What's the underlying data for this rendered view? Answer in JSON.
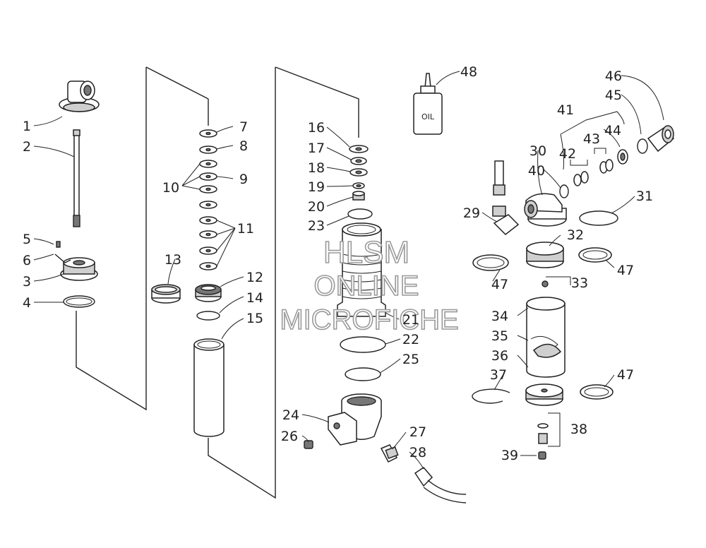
{
  "diagram": {
    "callouts": [
      "1",
      "2",
      "3",
      "4",
      "5",
      "6",
      "7",
      "8",
      "9",
      "10",
      "11",
      "12",
      "13",
      "14",
      "15",
      "16",
      "17",
      "18",
      "19",
      "20",
      "21",
      "22",
      "23",
      "24",
      "25",
      "26",
      "27",
      "28",
      "29",
      "30",
      "31",
      "32",
      "33",
      "34",
      "35",
      "36",
      "37",
      "38",
      "39",
      "40",
      "41",
      "42",
      "43",
      "44",
      "45",
      "46",
      "47",
      "48"
    ],
    "repeated_callout_47": "47",
    "oil_label": "OIL",
    "watermark": {
      "line1": "HLSM",
      "line2": "ONLINE",
      "line3": "MICROFICHE"
    }
  }
}
